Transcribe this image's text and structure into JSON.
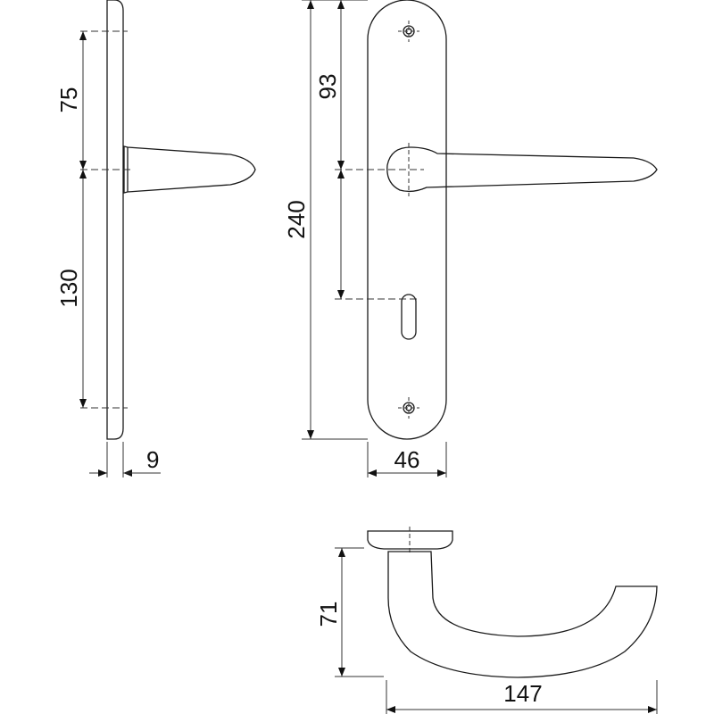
{
  "dimensions": {
    "side_upper": "75",
    "side_lower": "130",
    "side_thickness": "9",
    "front_height": "240",
    "front_spindle": "93",
    "front_width": "46",
    "lever_projection": "71",
    "lever_length": "147"
  },
  "colors": {
    "line": "#1a1a1a",
    "background": "#ffffff"
  }
}
